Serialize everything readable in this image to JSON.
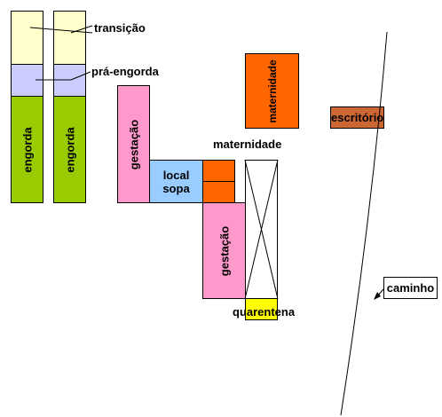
{
  "colors": {
    "transicao": "#ffffcc",
    "pra_engorda": "#ccccff",
    "engorda": "#99cc00",
    "gestacao": "#ff99cc",
    "maternidade": "#ff6600",
    "local_sopa": "#99ccff",
    "escritorio": "#cc6633",
    "quarentena": "#ffff00",
    "line": "#000000"
  },
  "labels": {
    "transicao": "transição",
    "pra_engorda": "prá-engorda",
    "engorda_left": "engorda",
    "engorda_right": "engorda",
    "gestacao_left": "gestação",
    "gestacao_lower": "gestação",
    "local_sopa": "local\nsopa",
    "maternidade_label": "maternidade",
    "maternidade_rotated": "maternidade",
    "escritorio": "escritório",
    "quarentena": "quarentena",
    "caminho": "caminho"
  }
}
